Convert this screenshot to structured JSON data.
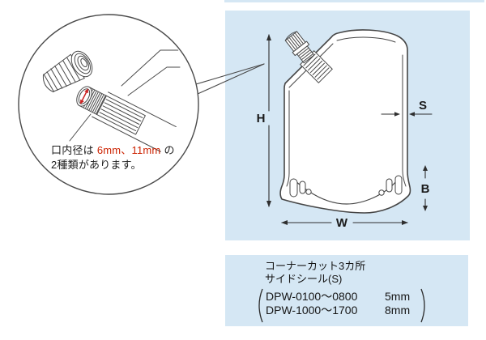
{
  "colors": {
    "panel_bg": "#d5e7f4",
    "highlight_red": "#cc2200",
    "line_art": "#464646",
    "ink": "#1a1a1a"
  },
  "magnifier_note": {
    "line1_prefix": "口内径は",
    "line1_highlight": "6mm、11mm",
    "line1_suffix": "の",
    "line2": "2種類があります。"
  },
  "dimension_labels": {
    "height": "H",
    "width": "W",
    "seal": "S",
    "bottom_gusset": "B"
  },
  "spec_panel": {
    "title_line1": "コーナーカット3カ所",
    "title_line2": "サイドシール(S)",
    "rows": [
      {
        "model": "DPW-0100〜0800",
        "value": "5mm"
      },
      {
        "model": "DPW-1000〜1700",
        "value": "8mm"
      }
    ]
  }
}
